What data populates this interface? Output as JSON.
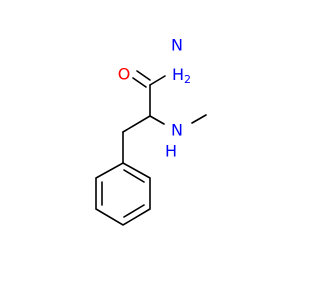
{
  "molecule": {
    "atoms": {
      "oxygen": {
        "symbol": "O",
        "color": "#ff0000"
      },
      "amide_nitrogen": {
        "symbol": "N",
        "color": "#0000ff"
      },
      "amide_hydrogen": {
        "symbol": "H",
        "subscript": "2",
        "color": "#0000ff"
      },
      "amine_nitrogen": {
        "symbol": "N",
        "color": "#0000ff"
      },
      "amine_hydrogen": {
        "symbol": "H",
        "color": "#0000ff"
      }
    },
    "bond_color": "#000000",
    "background": "#ffffff"
  }
}
